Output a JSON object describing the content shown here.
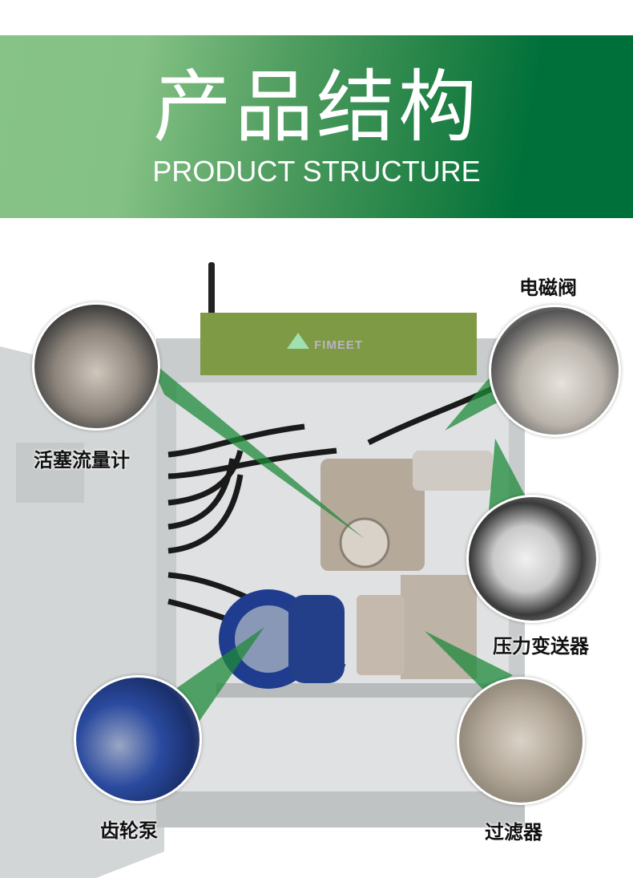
{
  "header": {
    "title_cn": "产品结构",
    "title_en": "PRODUCT STRUCTURE"
  },
  "device": {
    "logo_text": "FIMEET"
  },
  "callouts": [
    {
      "label": "电磁阀"
    },
    {
      "label": "活塞流量计"
    },
    {
      "label": "压力变送器"
    },
    {
      "label": "齿轮泵"
    },
    {
      "label": "过滤器"
    }
  ],
  "colors": {
    "banner_light": "#87c387",
    "banner_dark": "#00703a",
    "callout_green": "#1f8a3a"
  }
}
